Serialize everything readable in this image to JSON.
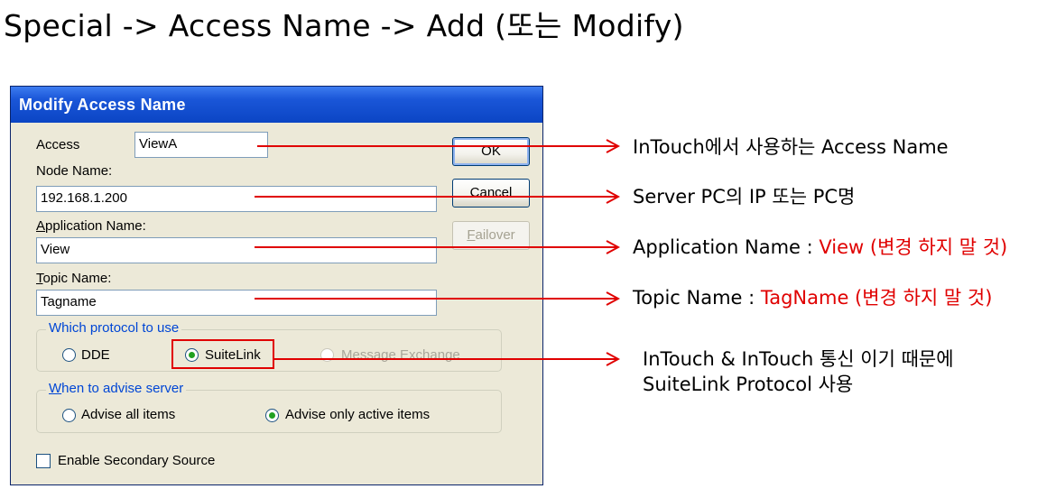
{
  "heading": "Special -> Access Name -> Add (또는 Modify)",
  "dialog": {
    "title": "Modify Access Name",
    "access_label": "Access",
    "access_value": "ViewA",
    "node_label": "Node Name:",
    "node_value": "192.168.1.200",
    "app_label_first": "A",
    "app_label_rest": "pplication Name:",
    "app_value": "View",
    "topic_label_first": "T",
    "topic_label_rest": "opic Name:",
    "topic_value": "Tagname",
    "ok_label": "OK",
    "cancel_label": "Cancel",
    "failover_first": "F",
    "failover_rest": "ailover",
    "protocol_group": "Which protocol to use",
    "protocol_options": [
      {
        "label": "DDE",
        "checked": false,
        "disabled": false
      },
      {
        "label": "SuiteLink",
        "checked": true,
        "disabled": false
      },
      {
        "label": "Message Exchange",
        "checked": false,
        "disabled": true
      }
    ],
    "advise_group_first": "W",
    "advise_group_rest": "hen to advise server",
    "advise_options": [
      {
        "label": "Advise all items",
        "checked": false
      },
      {
        "label": "Advise only active items",
        "checked": true
      }
    ],
    "secondary_label": "Enable Secondary Source",
    "secondary_checked": false
  },
  "annotations": {
    "access": "InTouch에서 사용하는 Access Name",
    "server": "Server PC의  IP 또는 PC명",
    "application_prefix": "Application Name : ",
    "application_red": "View (변경 하지 말 것)",
    "topic_prefix": "Topic Name : ",
    "topic_red": "TagName (변경 하지 말 것)",
    "suitelink_line1": "InTouch & InTouch 통신 이기 때문에",
    "suitelink_line2": "SuiteLink Protocol 사용"
  },
  "colors": {
    "annotation_red": "#e00000",
    "titlebar_blue": "#0b45c4",
    "dialog_bg": "#ece9d8",
    "group_title_blue": "#0046d5"
  }
}
